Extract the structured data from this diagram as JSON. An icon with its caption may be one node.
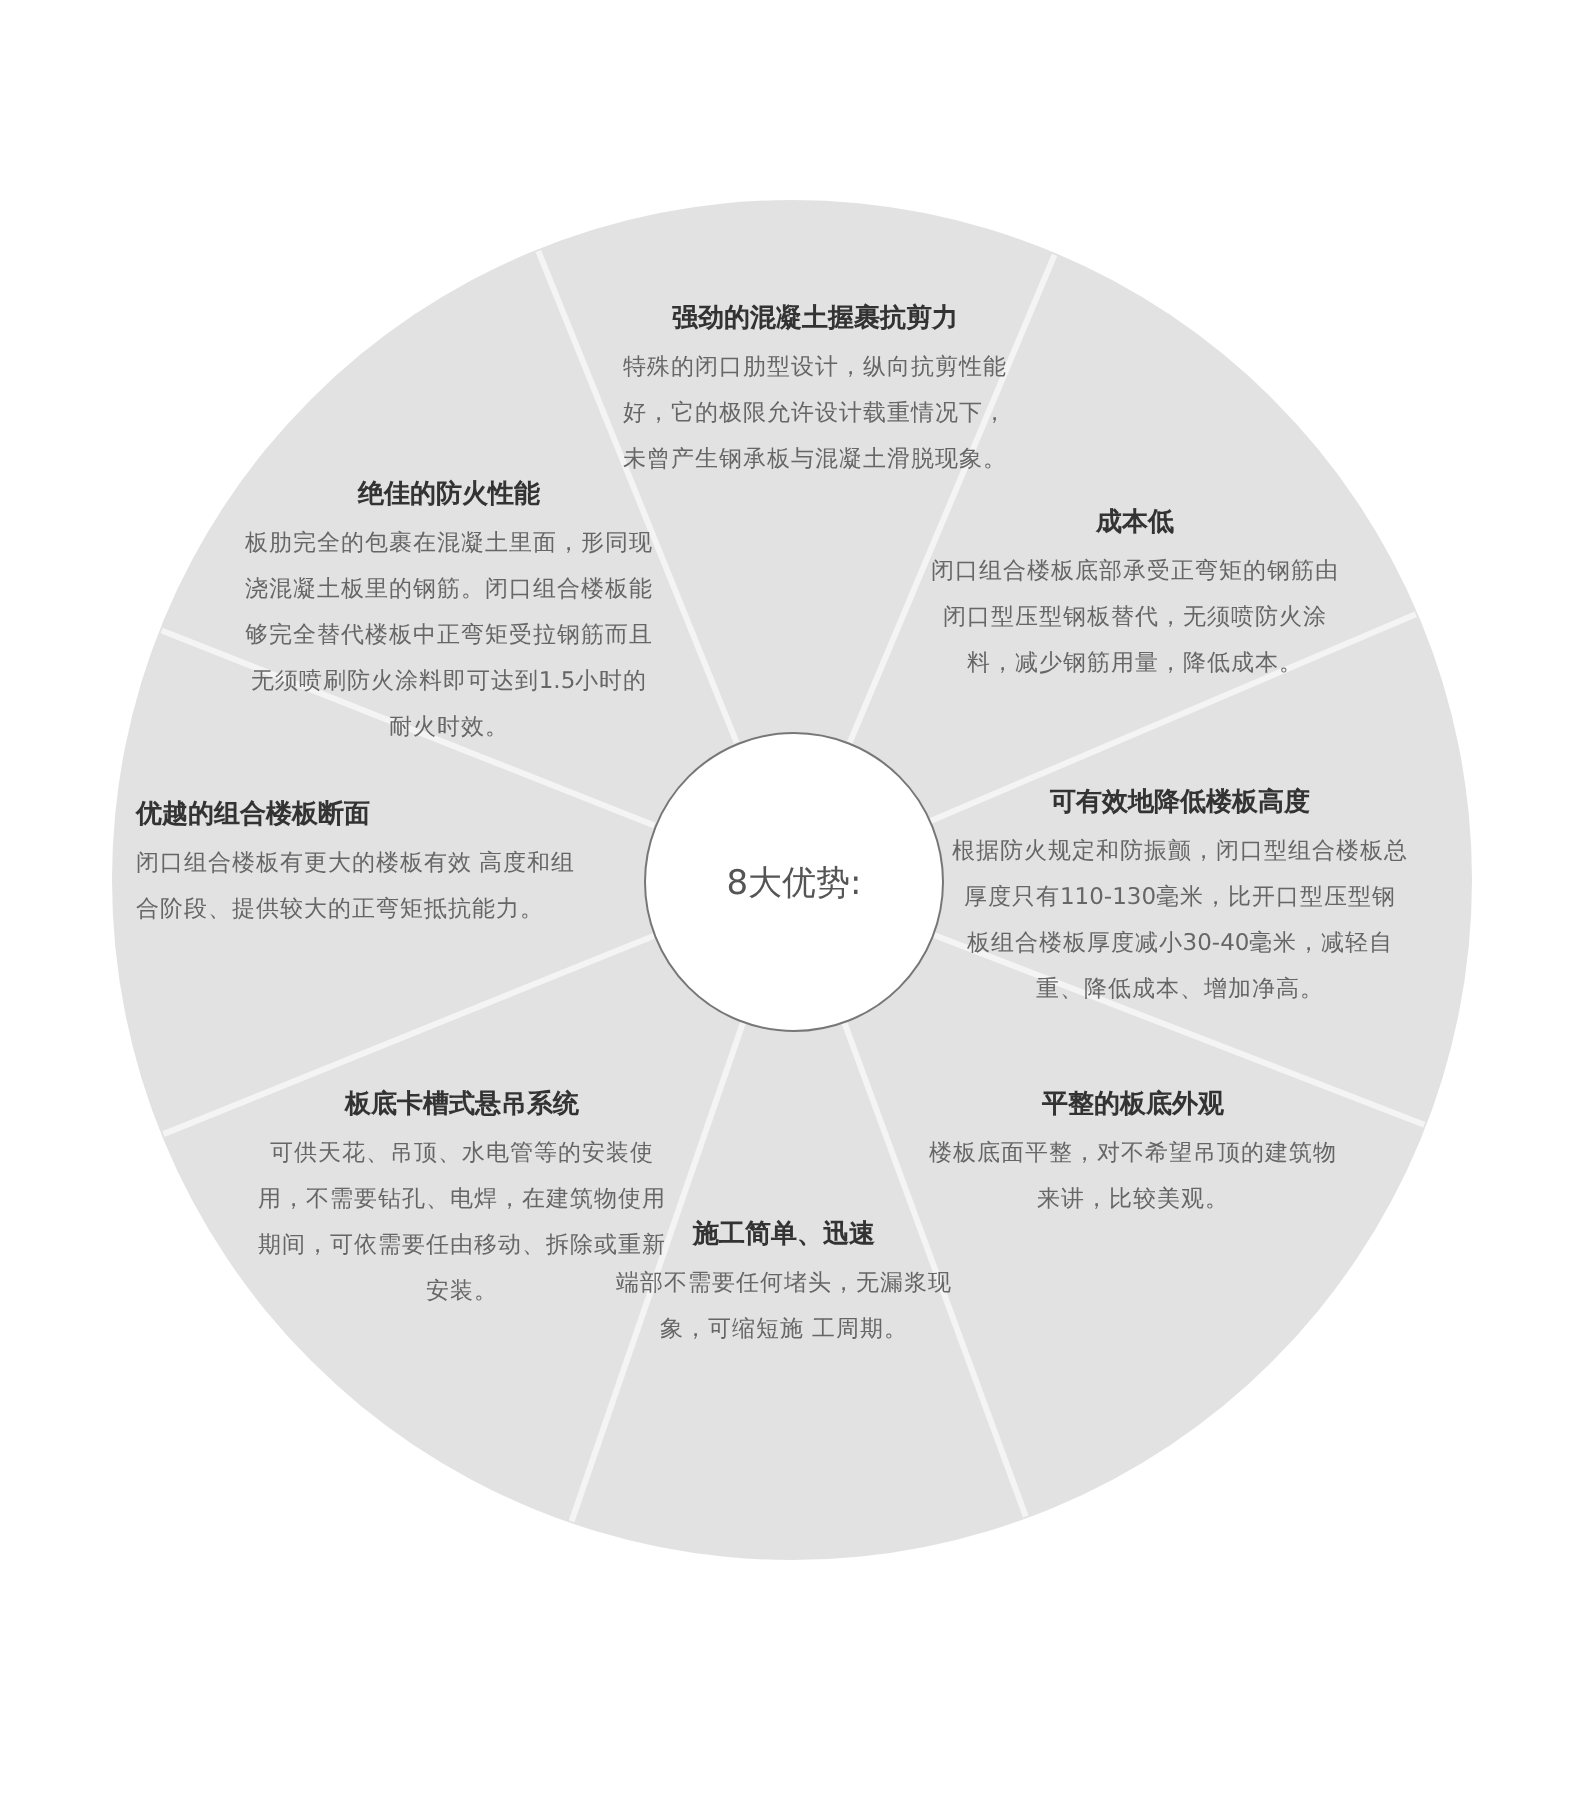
{
  "diagram": {
    "nodes": [
      {
        "text": [
          "强劲的混凝土握裹抗剪力",
          "特殊的闭口肋型设计，纵向抗剪性能好，它的极限允许设计载重情况下，未曾产生钢承板与混凝土滑脱现象。"
        ]
      },
      {
        "text": [
          "绝佳的防火性能",
          "板肋完全的包裹在混凝土里面，形同现浇混凝土板里的钢筋。闭口组合楼板能够完全替代楼板中正弯矩受拉钢筋而且无须喷刷防火涂料即可达到1.5小时的耐火时效。"
        ]
      },
      {
        "text": [
          "成本低",
          "闭口组合楼板底部承受正弯矩的钢筋由闭口型压型钢板替代，无须喷防火涂料，减少钢筋用量，降低成本。"
        ]
      },
      {
        "text": [
          "优越的组合楼板断面",
          "闭口组合楼板有更大的楼板有效 高度和组合阶段、提供较大的正弯矩抵抗能力。"
        ]
      },
      {
        "text": [
          "可有效地降低楼板高度",
          "根据防火规定和防振颤，闭口型组合楼板总厚度只有110-130毫米，比开口型压型钢板组合楼板厚度减小30-40毫米，减轻自重、降低成本、增加净高。"
        ]
      },
      {
        "text": [
          "8大优势:"
        ]
      },
      {
        "text": [
          "板底卡槽式悬吊系统",
          "可供天花、吊顶、水电管等的安装使用，不需要钻孔、电焊，在建筑物使用期间，可依需要任由移动、拆除或重新安装。"
        ]
      },
      {
        "text": [
          "平整的板底外观",
          "楼板底面平整，对不希望吊顶的建筑物来讲，比较美观。"
        ]
      },
      {
        "text": [
          "施工简单、迅速",
          "端部不需要任何堵头，无漏浆现象，可缩短施 工周期。"
        ]
      }
    ]
  }
}
